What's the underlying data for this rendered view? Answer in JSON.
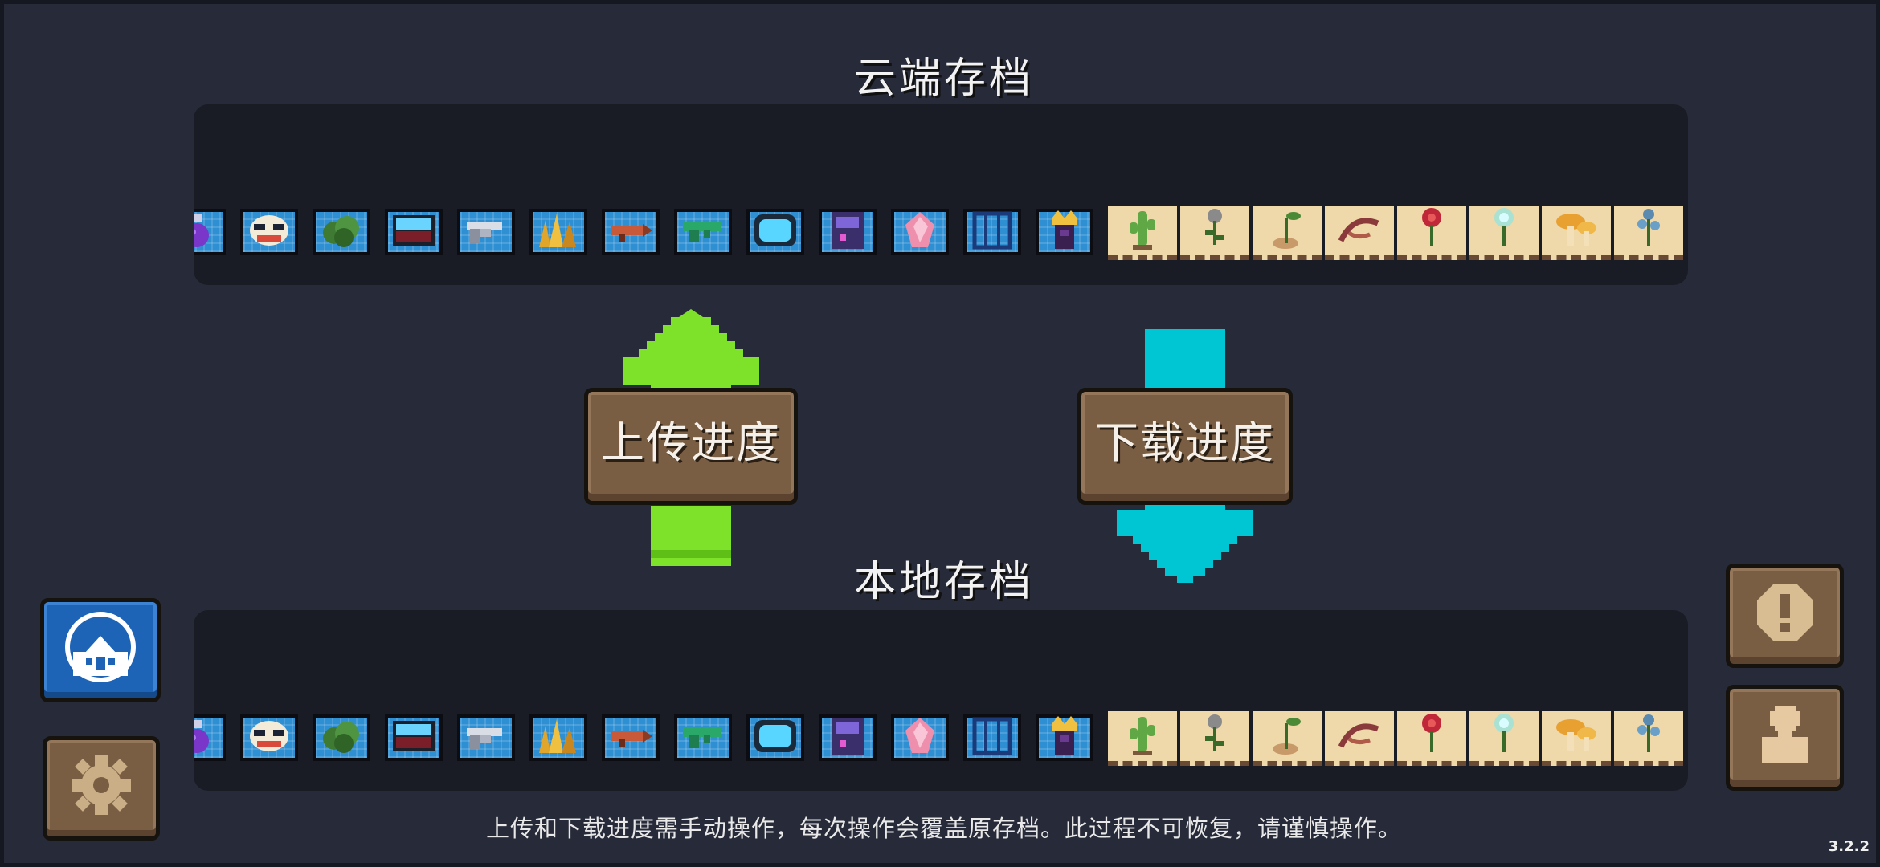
{
  "cloud_save": {
    "title": "云端存档"
  },
  "local_save": {
    "title": "本地存档"
  },
  "actions": {
    "upload_label": "上传进度",
    "download_label": "下载进度"
  },
  "footer": {
    "notice": "上传和下载进度需手动操作，每次操作会覆盖原存档。此过程不可恢复，请谨慎操作。"
  },
  "version": "3.2.2",
  "icons": {
    "left_top": "community-logo-icon",
    "left_bottom": "gear-icon",
    "right_top": "exclamation-icon",
    "right_bottom": "user-icon",
    "upload_arrow": "arrow-up-icon",
    "download_arrow": "arrow-down-icon"
  },
  "items": [
    {
      "icon": "potion-icon",
      "type": "blue"
    },
    {
      "icon": "mask-icon",
      "type": "blue"
    },
    {
      "icon": "bush-icon",
      "type": "blue"
    },
    {
      "icon": "water-tank-icon",
      "type": "blue"
    },
    {
      "icon": "revolver-icon",
      "type": "blue"
    },
    {
      "icon": "spikes-icon",
      "type": "blue"
    },
    {
      "icon": "rocket-gun-icon",
      "type": "blue"
    },
    {
      "icon": "green-gun-icon",
      "type": "blue"
    },
    {
      "icon": "portal-icon",
      "type": "blue"
    },
    {
      "icon": "machine-icon",
      "type": "blue"
    },
    {
      "icon": "crystal-icon",
      "type": "blue"
    },
    {
      "icon": "cage-icon",
      "type": "blue"
    },
    {
      "icon": "crown-statue-icon",
      "type": "blue"
    },
    {
      "icon": "cactus-plant-icon",
      "type": "seed"
    },
    {
      "icon": "dandelion-plant-icon",
      "type": "seed"
    },
    {
      "icon": "sprout-plant-icon",
      "type": "seed"
    },
    {
      "icon": "root-plant-icon",
      "type": "seed"
    },
    {
      "icon": "red-flower-plant-icon",
      "type": "seed"
    },
    {
      "icon": "glow-flower-plant-icon",
      "type": "seed"
    },
    {
      "icon": "mushroom-plant-icon",
      "type": "seed"
    },
    {
      "icon": "blue-flower-plant-icon",
      "type": "seed"
    }
  ],
  "colors": {
    "background": "#272b39",
    "strip": "#1a1c25",
    "button_brown": "#7a5e43",
    "upload_green": "#7ee12a",
    "download_cyan": "#00c5d2",
    "community_blue": "#1d63b6",
    "item_blue": "#2f8fd3",
    "seed_tan": "#efd8a9"
  }
}
